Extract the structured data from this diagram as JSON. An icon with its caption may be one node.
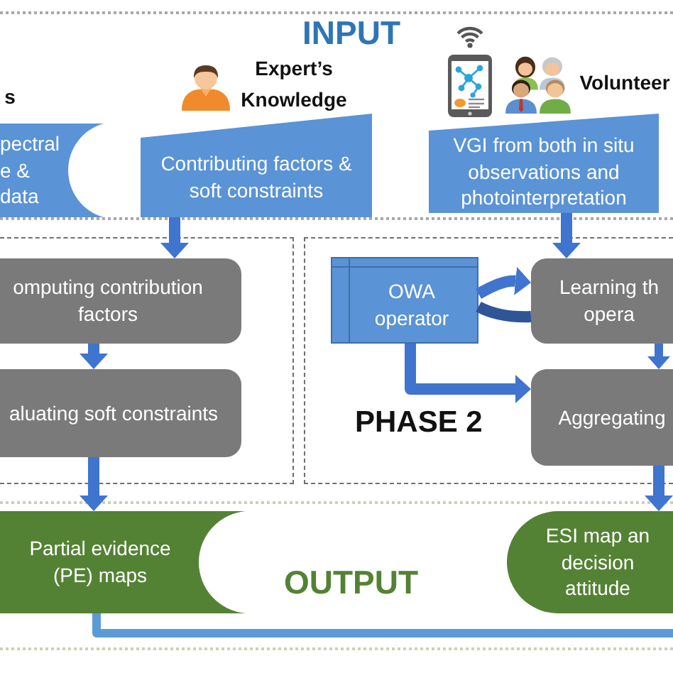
{
  "diagram": {
    "nodes": [
      {
        "text": [
          "INPUT"
        ]
      },
      {
        "text": [
          "pectral e & data"
        ],
        "in": 0,
        "beside": [
          "s"
        ]
      },
      {
        "text": [
          "Contributing factors & soft constraints"
        ],
        "in": 0,
        "beside": [
          "Expert’s Knowledge"
        ]
      },
      {
        "text": [
          "VGI from both in situ observations and photointerpretation"
        ],
        "in": 0,
        "beside": [
          "Volunteer"
        ]
      },
      {
        "text": [],
        "shape": "box"
      },
      {
        "text": [
          "omputing contribution factors"
        ],
        "in": 4
      },
      {
        "text": [
          "aluating soft constraints"
        ],
        "in": 4
      },
      {
        "text": [
          "PHASE 2"
        ]
      },
      {
        "text": [
          "OWA operator"
        ],
        "in": 7
      },
      {
        "text": [
          "Learning th opera"
        ],
        "in": 7
      },
      {
        "text": [
          "Aggregating"
        ],
        "in": 7
      },
      {
        "text": [
          "OUTPUT"
        ]
      },
      {
        "text": [
          "Partial evidence (PE) maps"
        ],
        "in": 11
      },
      {
        "text": [
          "ESI map an decision attitude"
        ],
        "in": 11
      }
    ],
    "edges": [
      {
        "from": 2,
        "to": 5,
        "arrow": "to"
      },
      {
        "from": 3,
        "to": 9,
        "arrow": "to"
      },
      {
        "from": 5,
        "to": 6,
        "arrow": "to"
      },
      {
        "from": 6,
        "to": 12,
        "arrow": "to"
      },
      {
        "from": 8,
        "to": 9,
        "arrow": "to"
      },
      {
        "from": 9,
        "to": 8,
        "arrow": "none",
        "color": "#2f5597"
      },
      {
        "from": 8,
        "to": 10,
        "arrow": "to"
      },
      {
        "from": 9,
        "to": 10,
        "arrow": "to"
      },
      {
        "from": 10,
        "to": 13,
        "arrow": "to"
      },
      {
        "from": 12,
        "to": null,
        "arrow": "none",
        "color": "#5b9bd5"
      }
    ]
  }
}
